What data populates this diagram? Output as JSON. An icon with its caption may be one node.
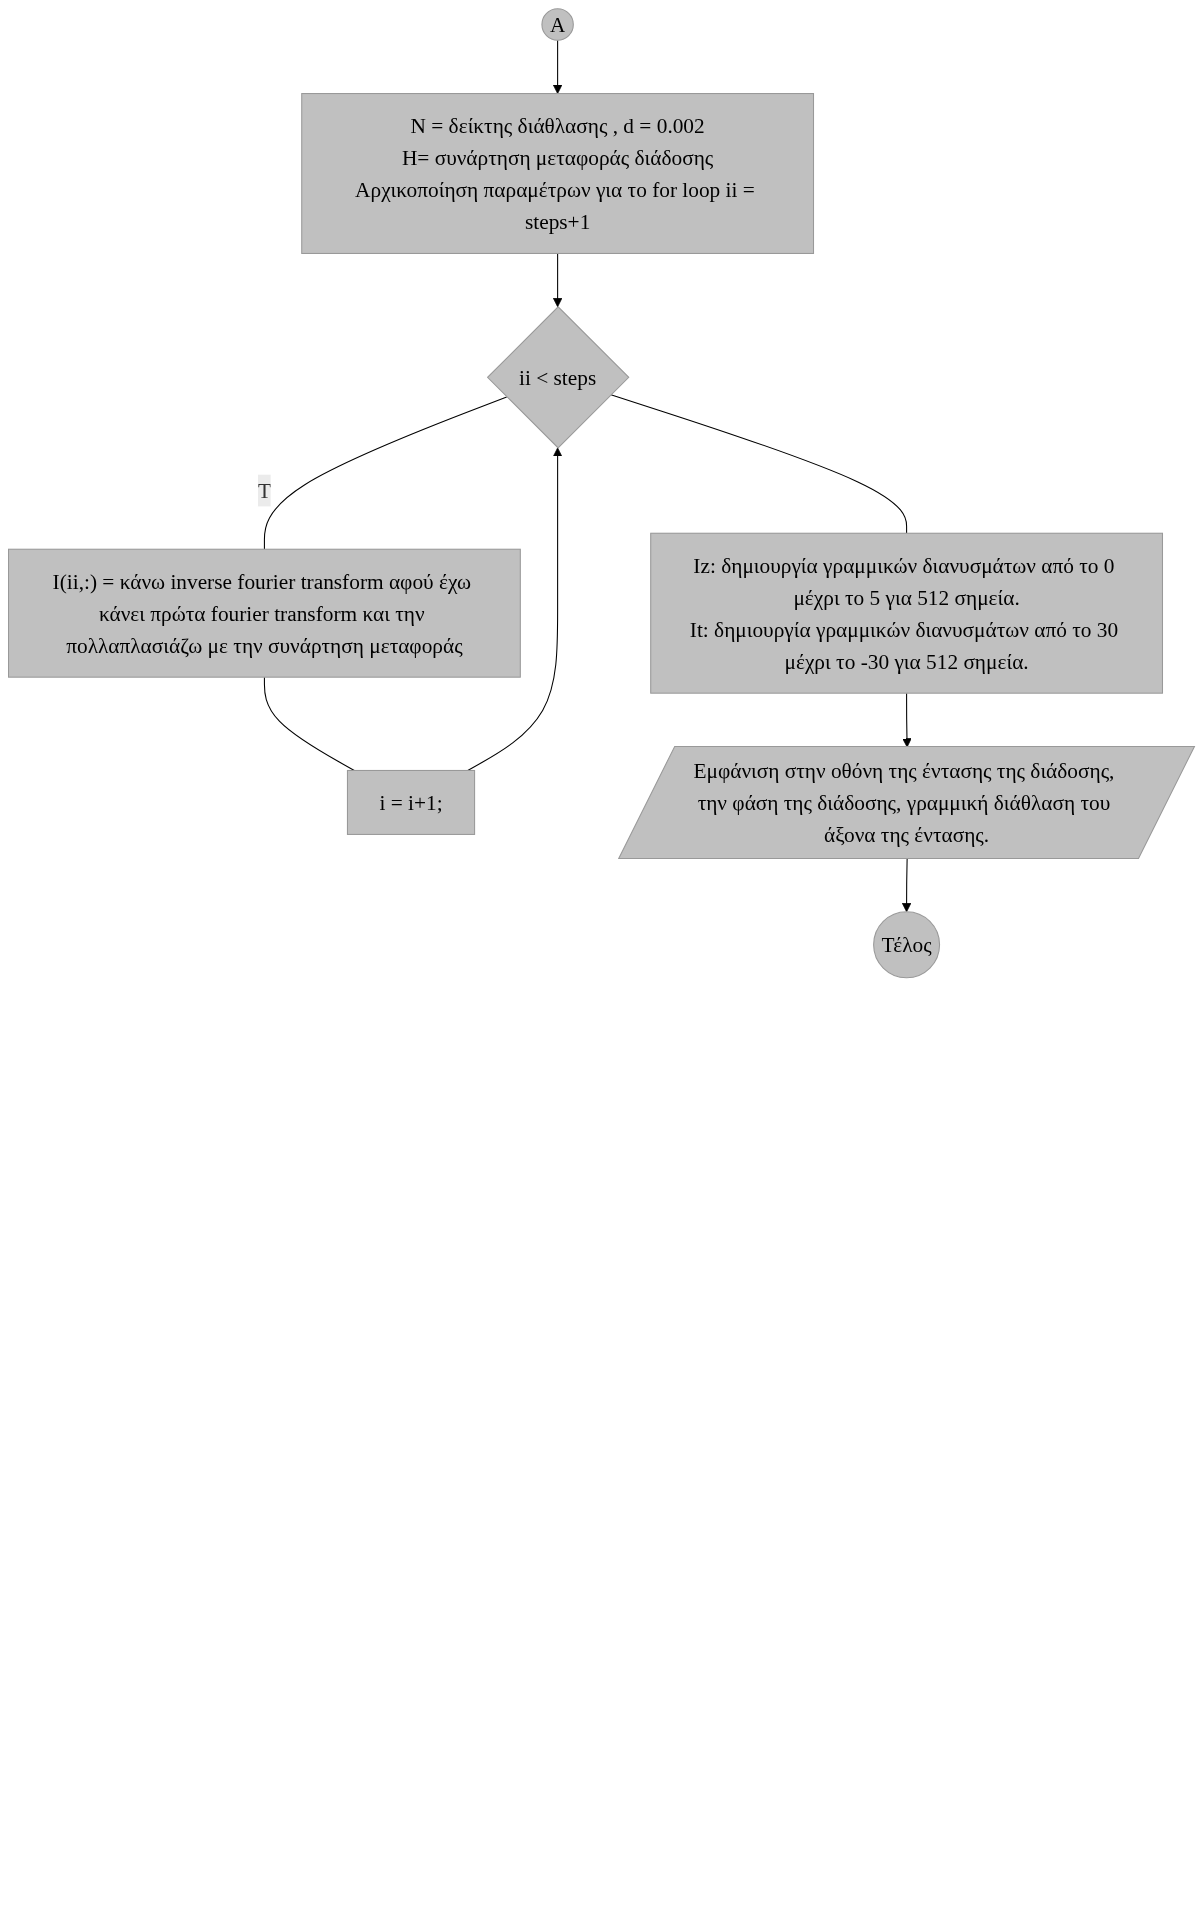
{
  "diagram": {
    "nodes": [
      {
        "text": [
          "A"
        ]
      },
      {
        "text": [
          "N = δείκτης διάθλασης , d = 0.002",
          "H= συνάρτηση μεταφοράς διάδοσης",
          "Αρχικοποίηση παραμέτρων για το for loop ii = steps+1"
        ]
      },
      {
        "text": [
          "ii < steps"
        ]
      },
      {
        "text": [
          "I(ii,:) = κάνω inverse fourier transform αφού έχω κάνει πρώτα fourier transform και την πολλαπλασιάζω με την συνάρτηση μεταφοράς"
        ]
      },
      {
        "text": [
          "i =  i+1;"
        ]
      },
      {
        "text": [
          "Iz: δημιουργία γραμμικών διανυσμάτων από το 0 μέχρι το 5 για 512 σημεία.",
          "It: δημιουργία γραμμικών διανυσμάτων από το 30 μέχρι το -30 για 512 σημεία."
        ]
      },
      {
        "text": [
          "Εμφάνιση στην οθόνη της έντασης της διάδοσης, την φάση της διάδοσης, γραμμική διάθλαση του άξονα της έντασης."
        ]
      },
      {
        "text": [
          "Τέλος"
        ]
      }
    ],
    "edges": [
      {
        "from": 0,
        "to": 1,
        "arrow": "to"
      },
      {
        "from": 1,
        "to": 2,
        "arrow": "to"
      },
      {
        "from": 2,
        "to": 3,
        "arrow": "none",
        "label": "T"
      },
      {
        "from": 3,
        "to": 4,
        "arrow": "none"
      },
      {
        "from": 4,
        "to": 2,
        "arrow": "to"
      },
      {
        "from": 2,
        "to": 5,
        "arrow": "none"
      },
      {
        "from": 5,
        "to": 6,
        "arrow": "to"
      },
      {
        "from": 6,
        "to": 7,
        "arrow": "to"
      }
    ]
  }
}
